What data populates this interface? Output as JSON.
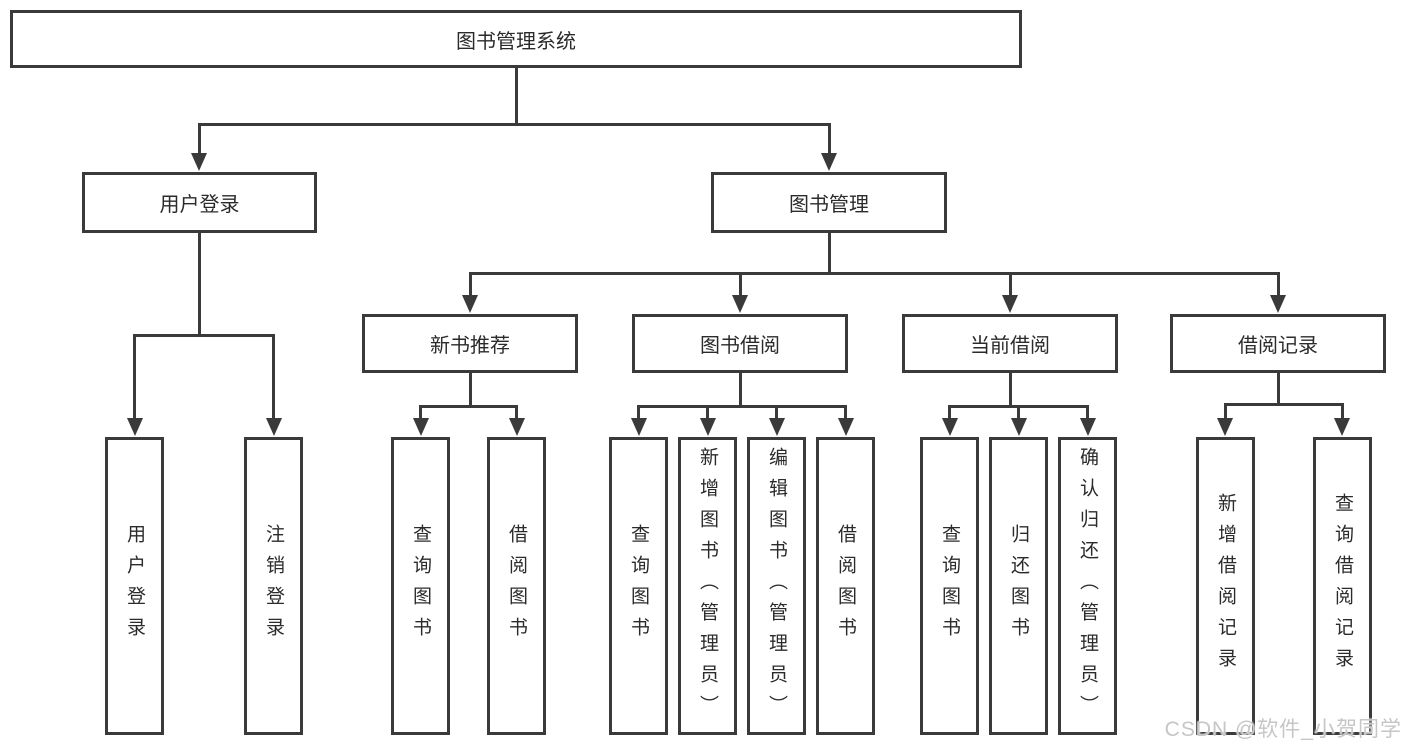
{
  "colors": {
    "line": "#3a3a3a",
    "text": "#2b2b2b",
    "watermark": "#c6c6c6",
    "background": "#ffffff"
  },
  "watermark": {
    "text": "CSDN @软件_小贺同学"
  },
  "tree": {
    "label": "图书管理系统",
    "children": [
      {
        "label": "用户登录",
        "children": [
          {
            "label": "用户登录"
          },
          {
            "label": "注销登录"
          }
        ]
      },
      {
        "label": "图书管理",
        "children": [
          {
            "label": "新书推荐",
            "children": [
              {
                "label": "查询图书"
              },
              {
                "label": "借阅图书"
              }
            ]
          },
          {
            "label": "图书借阅",
            "children": [
              {
                "label": "查询图书"
              },
              {
                "label": "新增图书（管理员）"
              },
              {
                "label": "编辑图书（管理员）"
              },
              {
                "label": "借阅图书"
              }
            ]
          },
          {
            "label": "当前借阅",
            "children": [
              {
                "label": "查询图书"
              },
              {
                "label": "归还图书"
              },
              {
                "label": "确认归还（管理员）"
              }
            ]
          },
          {
            "label": "借阅记录",
            "children": [
              {
                "label": "新增借阅记录"
              },
              {
                "label": "查询借阅记录"
              }
            ]
          }
        ]
      }
    ]
  }
}
